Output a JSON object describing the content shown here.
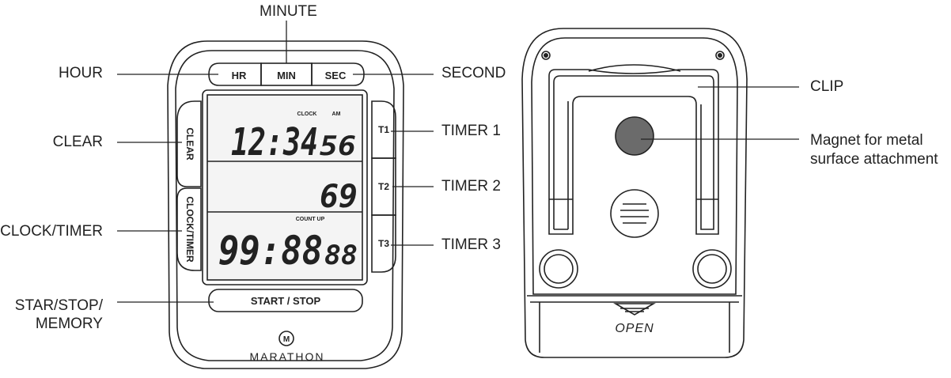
{
  "front": {
    "buttons": {
      "hr": "HR",
      "min": "MIN",
      "sec": "SEC",
      "clear": "CLEAR",
      "clock_timer": "CLOCK/TIMER",
      "t1": "T1",
      "t2": "T2",
      "t3": "T3",
      "start_stop": "START / STOP"
    },
    "display": {
      "row1_indicator_clock": "CLOCK",
      "row1_indicator_am": "AM",
      "row1_main": "12:34",
      "row1_small": "56",
      "row2_main": "69",
      "row3_indicator": "COUNT UP",
      "row3_main": "99:88",
      "row3_small": "88"
    },
    "brand": "MARATHON",
    "logo_letter": "M"
  },
  "back": {
    "open_label": "OPEN"
  },
  "callouts": {
    "minute": "MINUTE",
    "hour": "HOUR",
    "second": "SECOND",
    "clear": "CLEAR",
    "timer1": "TIMER 1",
    "timer2": "TIMER 2",
    "clock_timer": "CLOCK/TIMER",
    "timer3": "TIMER 3",
    "start_stop_line1": "STAR/STOP/",
    "start_stop_line2": "MEMORY",
    "clip": "CLIP",
    "magnet_line1": "Magnet for metal",
    "magnet_line2": "surface attachment"
  },
  "colors": {
    "ink": "#222222",
    "lcd_bg": "#f4f4f4",
    "magnet": "#6b6b6b"
  }
}
